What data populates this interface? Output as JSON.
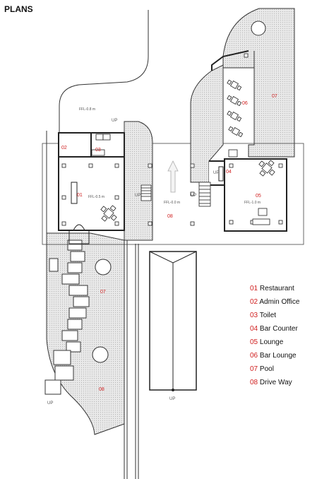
{
  "title": "PLANS",
  "legend": [
    {
      "num": "01",
      "label": "Restaurant"
    },
    {
      "num": "02",
      "label": "Admin Office"
    },
    {
      "num": "03",
      "label": "Toilet"
    },
    {
      "num": "04",
      "label": "Bar Counter"
    },
    {
      "num": "05",
      "label": "Lounge"
    },
    {
      "num": "06",
      "label": "Bar Lounge"
    },
    {
      "num": "07",
      "label": "Pool"
    },
    {
      "num": "08",
      "label": "Drive Way"
    }
  ],
  "plan": {
    "level_top": "FFL-0.8 m",
    "level_restaurant": "FFL-0.5 m",
    "level_drive": "FFL-0.0 m",
    "level_lounge": "FFL-1.0 m",
    "up": "UP",
    "room_01": "01",
    "room_02": "02",
    "room_03": "03",
    "room_04": "04",
    "room_05": "05",
    "room_06": "06",
    "room_07_right": "07",
    "room_07_left": "07",
    "room_08_center": "08",
    "room_08_left": "08"
  },
  "colors": {
    "accent": "#d02020",
    "line": "#222222",
    "fill": "#e4e4e4"
  }
}
